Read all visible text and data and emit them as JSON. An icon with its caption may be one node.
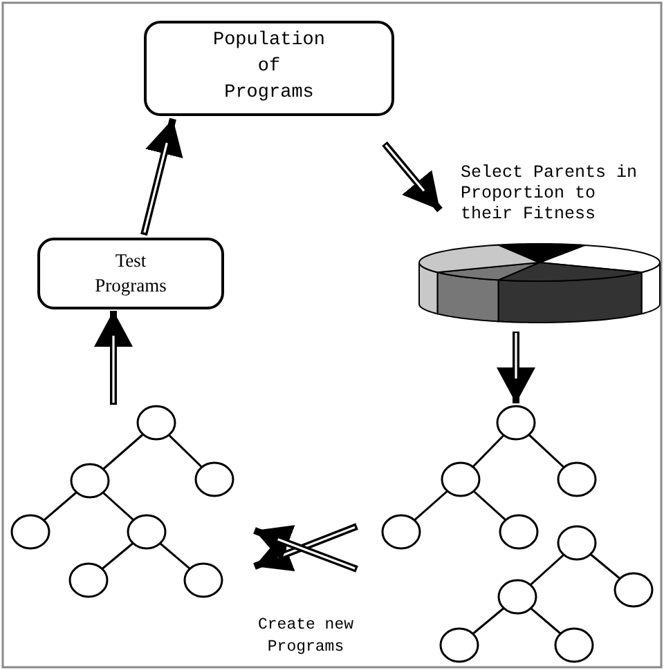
{
  "diagram": {
    "nodes": [
      {
        "text": [
          "Population of Programs"
        ]
      },
      {
        "text": [
          "Test Programs"
        ]
      },
      {
        "text": [],
        "shape": "pie",
        "beside": [
          "Select Parents in Proportion to their Fitness"
        ]
      },
      {
        "text": [],
        "shape": "tree"
      },
      {
        "text": [],
        "shape": "tree"
      }
    ],
    "edges": [
      {
        "from": 0,
        "to": 2,
        "arrow": "to"
      },
      {
        "from": 2,
        "to": 4,
        "arrow": "to"
      },
      {
        "from": 4,
        "to": 3,
        "arrow": "to"
      },
      {
        "from": 4,
        "to": 3,
        "arrow": "to"
      },
      {
        "from": 3,
        "to": 1,
        "arrow": "to"
      },
      {
        "from": 1,
        "to": 0,
        "arrow": "to"
      }
    ],
    "labels": [
      "Create new Programs"
    ]
  }
}
